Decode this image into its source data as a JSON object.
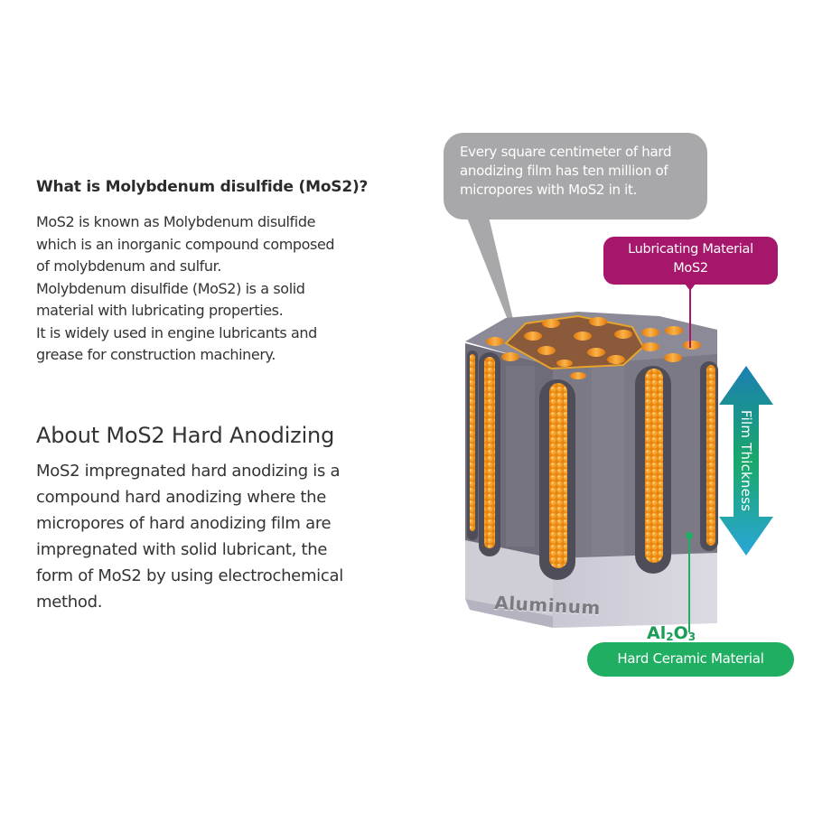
{
  "section1": {
    "heading": "What is Molybdenum disulfide (MoS2)?",
    "lines": [
      "MoS2 is known as Molybdenum disulfide",
      "which is an inorganic compound composed",
      "of molybdenum and sulfur.",
      "Molybdenum disulfide (MoS2) is a solid",
      "material with lubricating properties.",
      "It is widely used in engine lubricants and",
      "grease for construction machinery."
    ]
  },
  "section2": {
    "heading": "About MoS2 Hard Anodizing",
    "lines": [
      "MoS2 impregnated hard anodizing is a",
      "compound hard anodizing where the",
      "micropores of hard anodizing film are",
      "impregnated with solid lubricant, the",
      "form of MoS2 by using electrochemical",
      "method."
    ]
  },
  "diagram": {
    "callout_top": {
      "lines": [
        "Every square centimeter of hard",
        "anodizing film has ten million of",
        "micropores with MoS2 in it."
      ],
      "color": "#a8a8aa"
    },
    "callout_lubricant": {
      "lines": [
        "Lubricating Material",
        "MoS2"
      ],
      "color": "#a6166b"
    },
    "arrow_label": "Film Thickness",
    "arrow_colors": [
      "#1b7fb3",
      "#1aa86a",
      "#2aa6d8"
    ],
    "base_label": "Aluminum",
    "formula": {
      "a": "Al",
      "sub1": "2",
      "b": "O",
      "sub2": "3"
    },
    "callout_ceramic": {
      "label": "Hard Ceramic Material",
      "color": "#1fae62"
    },
    "pore_fill_color": "#f39a1e",
    "oxide_color": "#6f6e78"
  }
}
